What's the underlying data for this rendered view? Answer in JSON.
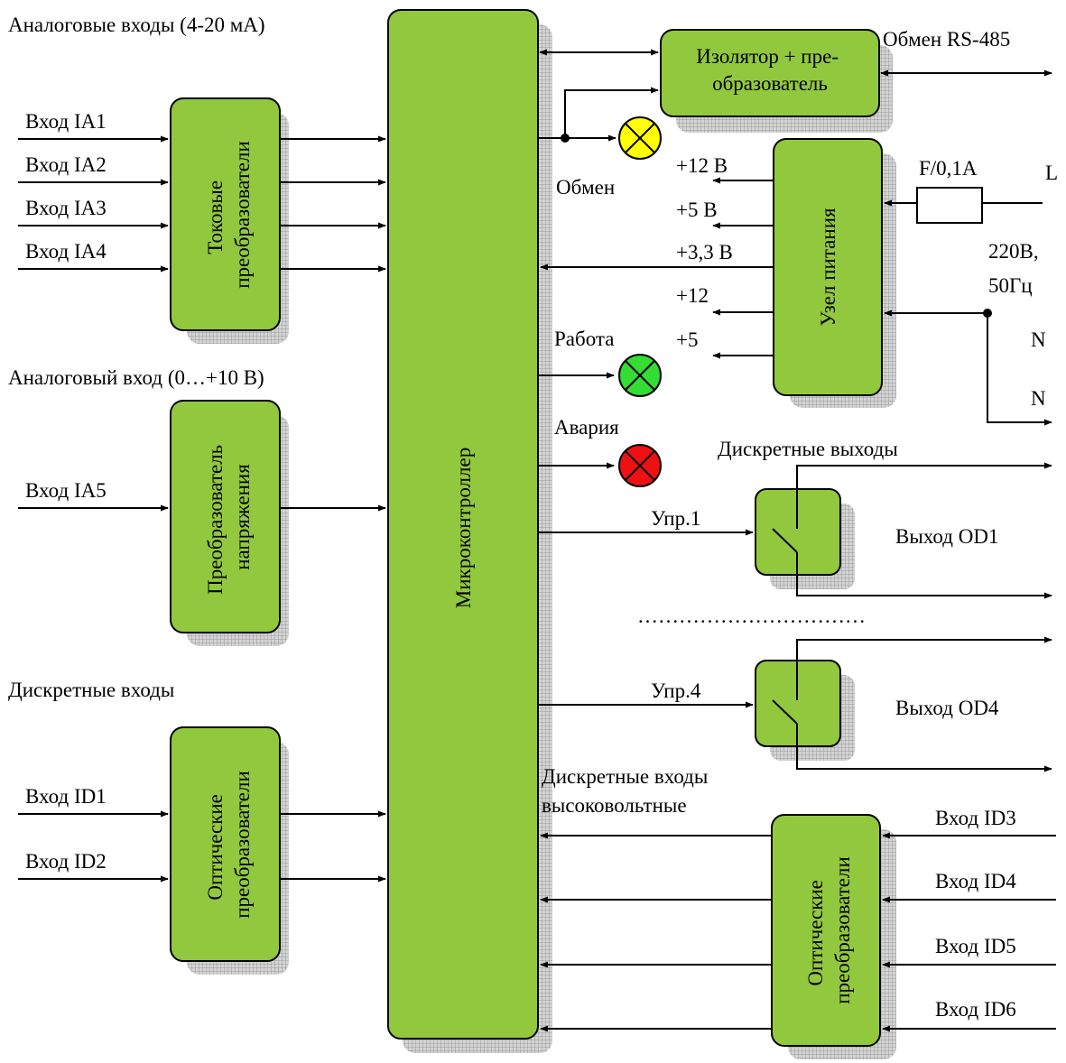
{
  "headings": {
    "analog_inputs": "Аналоговые входы (4-20 мА)",
    "analog_input_voltage": "Аналоговый вход (0…+10 В)",
    "discrete_inputs": "Дискретные входы",
    "discrete_outputs": "Дискретные выходы",
    "hv_inputs_line1": "Дискретные входы",
    "hv_inputs_line2": "высоковольтные"
  },
  "blocks": {
    "current_converters_line1": "Токовые",
    "current_converters_line2": "преобразователи",
    "voltage_converter_line1": "Преобразователь",
    "voltage_converter_line2": "напряжения",
    "optical_left_line1": "Оптические",
    "optical_left_line2": "преобразователи",
    "microcontroller": "Микроконтроллер",
    "isolator_line1": "Изолятор + пре-",
    "isolator_line2": "образователь",
    "power_unit": "Узел питания",
    "optical_right_line1": "Оптические",
    "optical_right_line2": "преобразователи"
  },
  "inputs": {
    "ia1": "Вход IA1",
    "ia2": "Вход IA2",
    "ia3": "Вход IA3",
    "ia4": "Вход IA4",
    "ia5": "Вход IA5",
    "id1": "Вход ID1",
    "id2": "Вход ID2",
    "id3": "Вход ID3",
    "id4": "Вход ID4",
    "id5": "Вход ID5",
    "id6": "Вход ID6"
  },
  "comms": {
    "rs485": "Обмен RS-485",
    "exchange_led": "Обмен"
  },
  "power": {
    "fuse": "F/0,1A",
    "line_l": "L",
    "mains_line1": "220В,",
    "mains_line2": "50Гц",
    "n_top": "N",
    "n_bottom": "N",
    "v12a": "+12 В",
    "v5a": "+5 В",
    "v33": "+3,3 В",
    "v12b": "+12",
    "v5b": "+5"
  },
  "indicators": {
    "work": "Работа",
    "alarm": "Авария",
    "colors": {
      "exchange": "#ffff00",
      "work": "#33dd33",
      "alarm": "#ee1111"
    }
  },
  "outputs": {
    "ctrl1": "Упр.1",
    "ctrl4": "Упр.4",
    "od1": "Выход OD1",
    "od4": "Выход OD4",
    "ellipsis": "……………………………"
  },
  "colors": {
    "block_fill": "#92c83e"
  }
}
